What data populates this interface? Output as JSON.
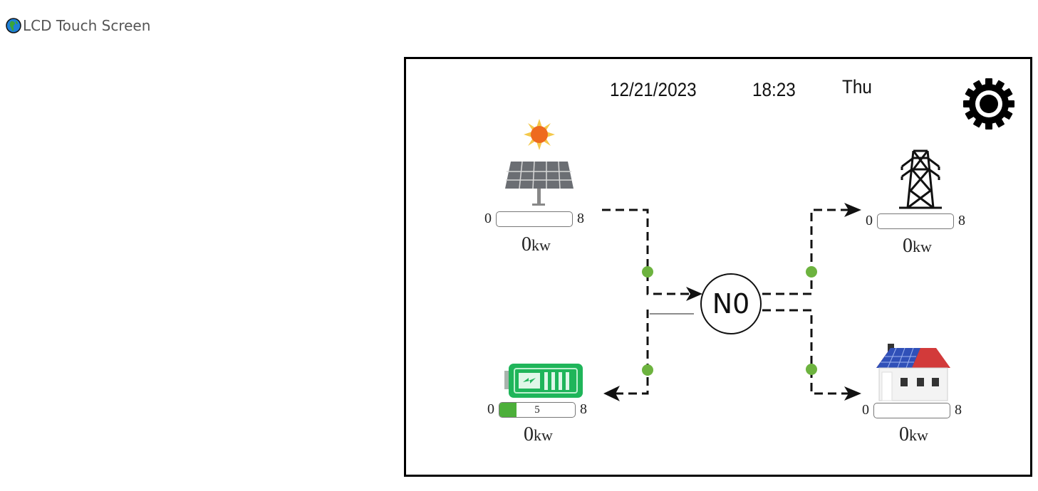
{
  "page": {
    "title": "LCD Touch Screen",
    "title_icon": "globe-icon"
  },
  "lcd": {
    "date": "12/21/2023",
    "time": "18:23",
    "weekday": "Thu",
    "settings_icon": "gear-icon",
    "center": {
      "label": "N0"
    },
    "colors": {
      "flow_dot": "#6db33f",
      "battery_fill": "#4caf3a",
      "line": "#111111"
    },
    "nodes": {
      "solar": {
        "icon": "solar-panel-icon",
        "min": "0",
        "max": "8",
        "power_value": "0",
        "power_unit": "kw",
        "level": 0
      },
      "grid": {
        "icon": "power-tower-icon",
        "min": "0",
        "max": "8",
        "power_value": "0",
        "power_unit": "kw",
        "level": 0
      },
      "battery": {
        "icon": "battery-charging-icon",
        "min": "0",
        "max": "8",
        "bar_label": "5",
        "power_value": "0",
        "power_unit": "kw",
        "level": 0.23
      },
      "home": {
        "icon": "house-icon",
        "min": "0",
        "max": "8",
        "power_value": "0",
        "power_unit": "kw",
        "level": 0
      }
    }
  }
}
